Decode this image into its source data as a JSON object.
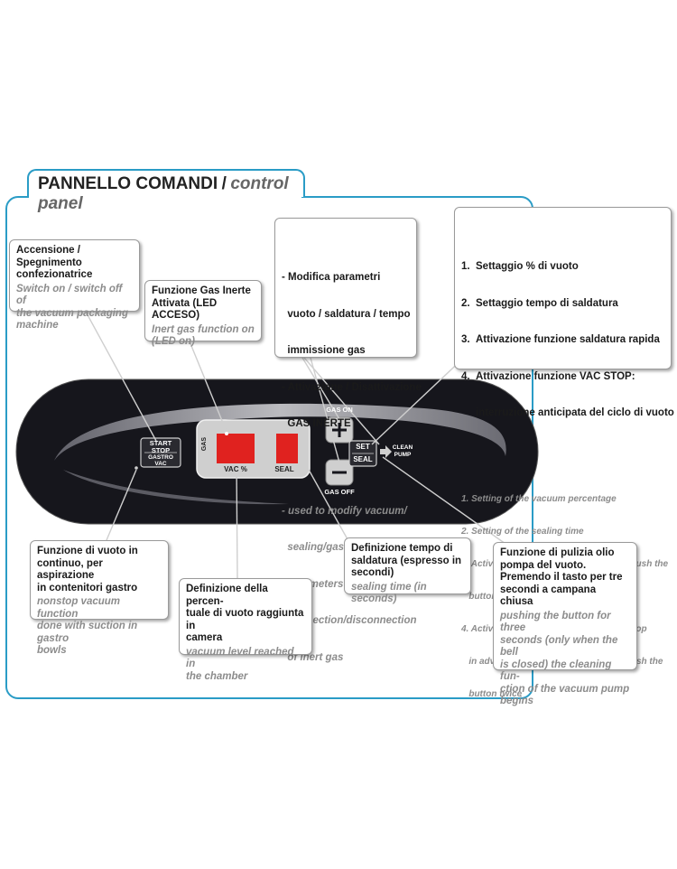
{
  "header": {
    "title_it": "PANNELLO COMANDI",
    "separator": "/",
    "title_en": "control panel"
  },
  "callouts": {
    "power": {
      "it_lines": [
        "Accensione / Spegnimento",
        "confezionatrice"
      ],
      "en_lines": [
        "Switch on / switch off of",
        "the vacuum packaging",
        "machine"
      ]
    },
    "gas_function": {
      "it_lines": [
        "Funzione Gas Inerte",
        "Attivata (LED ACCESO)"
      ],
      "en_lines": [
        "Inert gas function on",
        "(LED on)"
      ]
    },
    "modify": {
      "it_lines": [
        "- Modifica parametri",
        "  vuoto / saldatura / tempo",
        "  immissione gas",
        "- Attivazione / Disattivazione",
        "  GAS INERTE"
      ],
      "en_lines": [
        "- used to modify vacuum/",
        "  sealing/gas injection time",
        "  parameters",
        "- connection/disconnection",
        "  of inert gas"
      ]
    },
    "settings": {
      "it_items": [
        {
          "num": "1.",
          "text": "Settaggio % di vuoto"
        },
        {
          "num": "2.",
          "text": "Settaggio tempo di saldatura"
        },
        {
          "num": "3.",
          "text": "Attivazione funzione saldatura rapida"
        },
        {
          "num": "4.",
          "text": "Attivazione funzione VAC STOP:"
        },
        {
          "num": "",
          "text": "interruzione anticipata del ciclo di vuoto"
        }
      ],
      "en_items": [
        "1. Setting of the vacuum percentage",
        "2. Setting of the sealing time",
        "3. Activation of RAPID SEALING, if you push the",
        "   button once",
        "4. Activation of VAC STOP FUNCTION (stop",
        "   in advance the vacuum cycle) if you push the",
        "   button twice"
      ]
    },
    "continuous": {
      "it_lines": [
        "Funzione di vuoto in",
        "continuo, per aspirazione",
        "in contenitori gastro"
      ],
      "en_lines": [
        "nonstop vacuum function",
        "done with suction in gastro",
        "bowls"
      ]
    },
    "vacuum_pct": {
      "it_lines": [
        "Definizione della percen-",
        "tuale di vuoto raggiunta in",
        "camera"
      ],
      "en_lines": [
        "vacuum level reached in",
        "the chamber"
      ]
    },
    "sealing_time": {
      "it_lines": [
        "Definizione tempo di",
        "saldatura (espresso in",
        "secondi)"
      ],
      "en_lines": [
        "sealing time (in seconds)"
      ]
    },
    "cleaning": {
      "it_lines": [
        "Funzione di pulizia olio",
        "pompa del vuoto.",
        "Premendo il tasto per tre",
        "secondi  a campana chiusa"
      ],
      "en_lines": [
        "pushing the button for three",
        "seconds (only when the bell",
        "is closed) the cleaning fun-",
        "ction of the vacuum pump",
        "begins"
      ]
    }
  },
  "panel": {
    "start_stop": "START\nSTOP",
    "gastro_vac": "GASTRO\nVAC",
    "gas_label": "GAS",
    "vac_label": "VAC %",
    "seal_label": "SEAL",
    "gas_on": "GAS ON",
    "gas_off": "GAS OFF",
    "plus": "+",
    "minus": "−",
    "set": "SET",
    "seal_btn": "SEAL",
    "clean": "CLEAN",
    "pump": "PUMP"
  },
  "colors": {
    "frame": "#2a9cc6",
    "panel": "#16161c",
    "display_red": "#e0221f",
    "display_bg": "#cfcfcf"
  }
}
